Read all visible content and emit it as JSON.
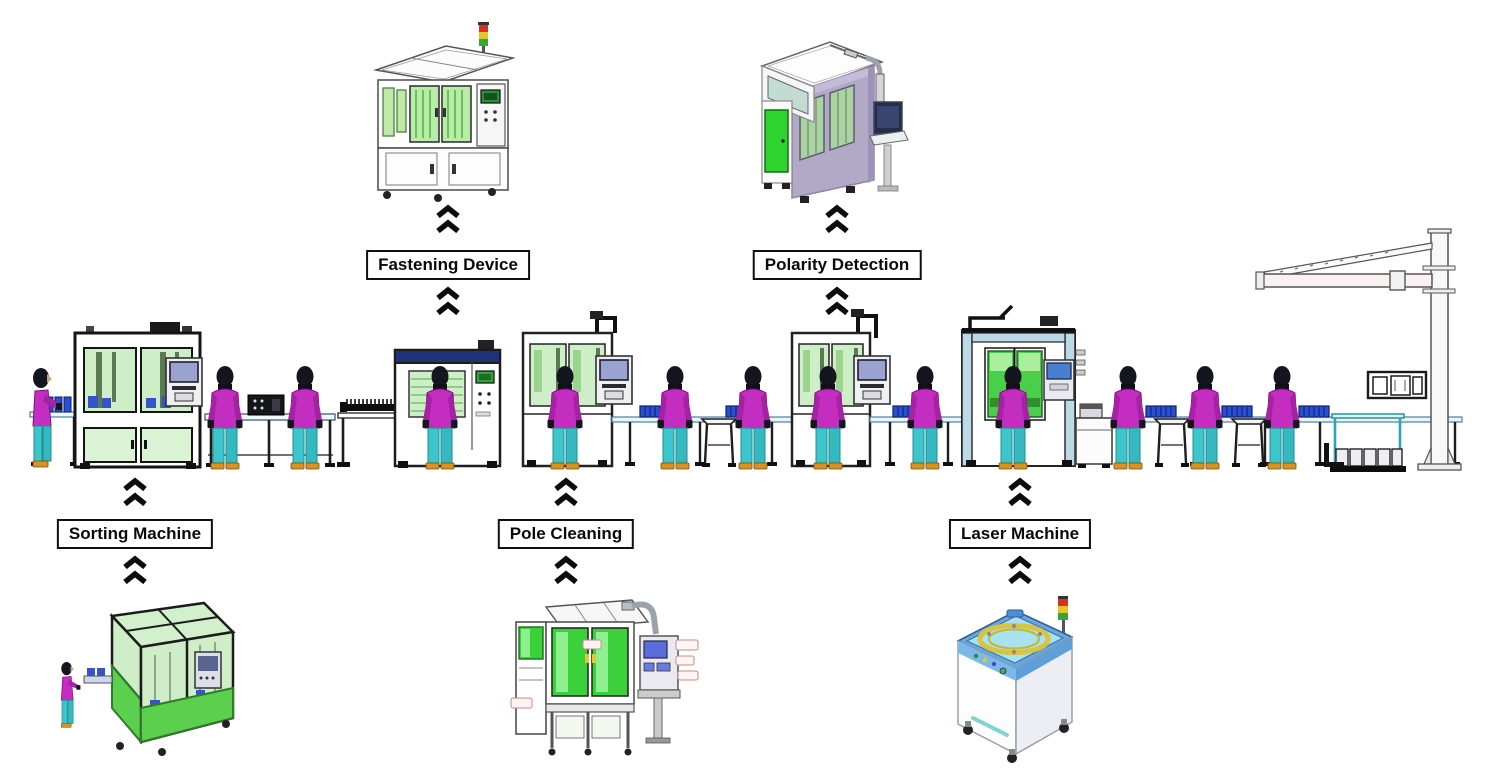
{
  "page": {
    "background": "#ffffff",
    "description": "Production line overview diagram with machine call-outs"
  },
  "stations": [
    {
      "id": "fastening-device",
      "label": "Fastening Device",
      "row": "top"
    },
    {
      "id": "polarity-detection",
      "label": "Polarity Detection",
      "row": "top"
    },
    {
      "id": "sorting-machine",
      "label": "Sorting Machine",
      "row": "bottom"
    },
    {
      "id": "pole-cleaning",
      "label": "Pole Cleaning",
      "row": "bottom"
    },
    {
      "id": "laser-machine",
      "label": "Laser Machine",
      "row": "bottom"
    }
  ],
  "icons": {
    "flow_connector": "double-chevron-up",
    "signal_tower": "stack-light-red-yellow-green"
  },
  "colors": {
    "label_border": "#101010",
    "label_text": "#0a0a0a",
    "window_green_pale": "#cdeec6",
    "window_green_bright": "#3bd13b",
    "machine_purple": "#b2a9c7",
    "fastening_top_blue": "#203079",
    "laser_frame_blue": "#bcd9e8",
    "laser_top_cyan": "#a8e2f0",
    "ring_yellow": "#d9c43e",
    "worker_shirt": "#c32dc0",
    "worker_pants": "#3cc6cb",
    "worker_shoes": "#d8921f",
    "tray_blue": "#2a4fd7",
    "tower_red": "#d93025",
    "tower_yellow": "#e3c62a",
    "tower_green": "#35a832"
  }
}
